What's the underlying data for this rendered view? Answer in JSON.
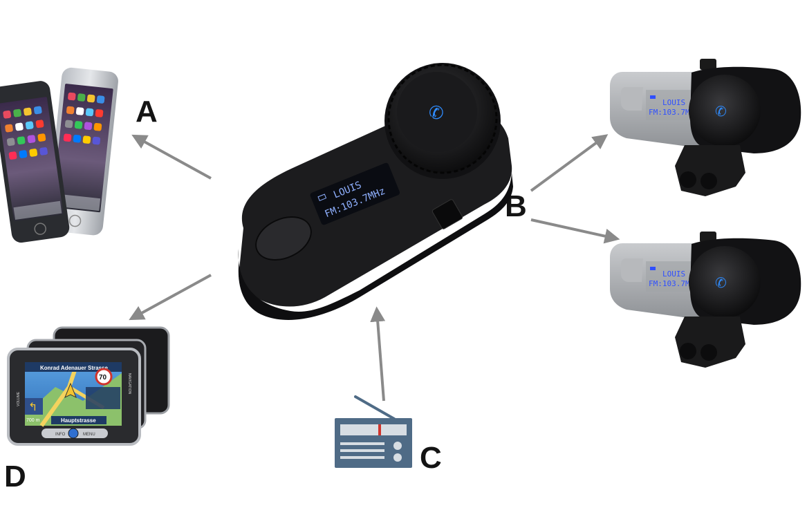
{
  "labels": {
    "a": "A",
    "b": "B",
    "c": "C",
    "d": "D"
  },
  "main_unit": {
    "display_line1": "LOUIS",
    "display_line2": "FM:103.7MHz"
  },
  "remote_unit_top": {
    "display_line1": "LOUIS",
    "display_line2": "FM:103.7MHz"
  },
  "remote_unit_bottom": {
    "display_line1": "LOUIS",
    "display_line2": "FM:103.7MHz"
  },
  "gps": {
    "street_top": "Konrad Adenauer Strasse",
    "street_bottom": "Hauptstrasse",
    "speed_limit": "70",
    "distance": "700 m",
    "info_button": "INFO",
    "menu_button": "MENU",
    "side_left": "VOLUME",
    "side_right": "NAVIGATION"
  },
  "colors": {
    "arrow": "#8a8a8a",
    "device_body": "#1c1c1e",
    "lcd_text": "#8fb0ff",
    "accent_blue": "#2f8cff",
    "radio_body": "#4f6b86",
    "radio_dial": "#d7dde3",
    "radio_marker": "#d0342c"
  }
}
